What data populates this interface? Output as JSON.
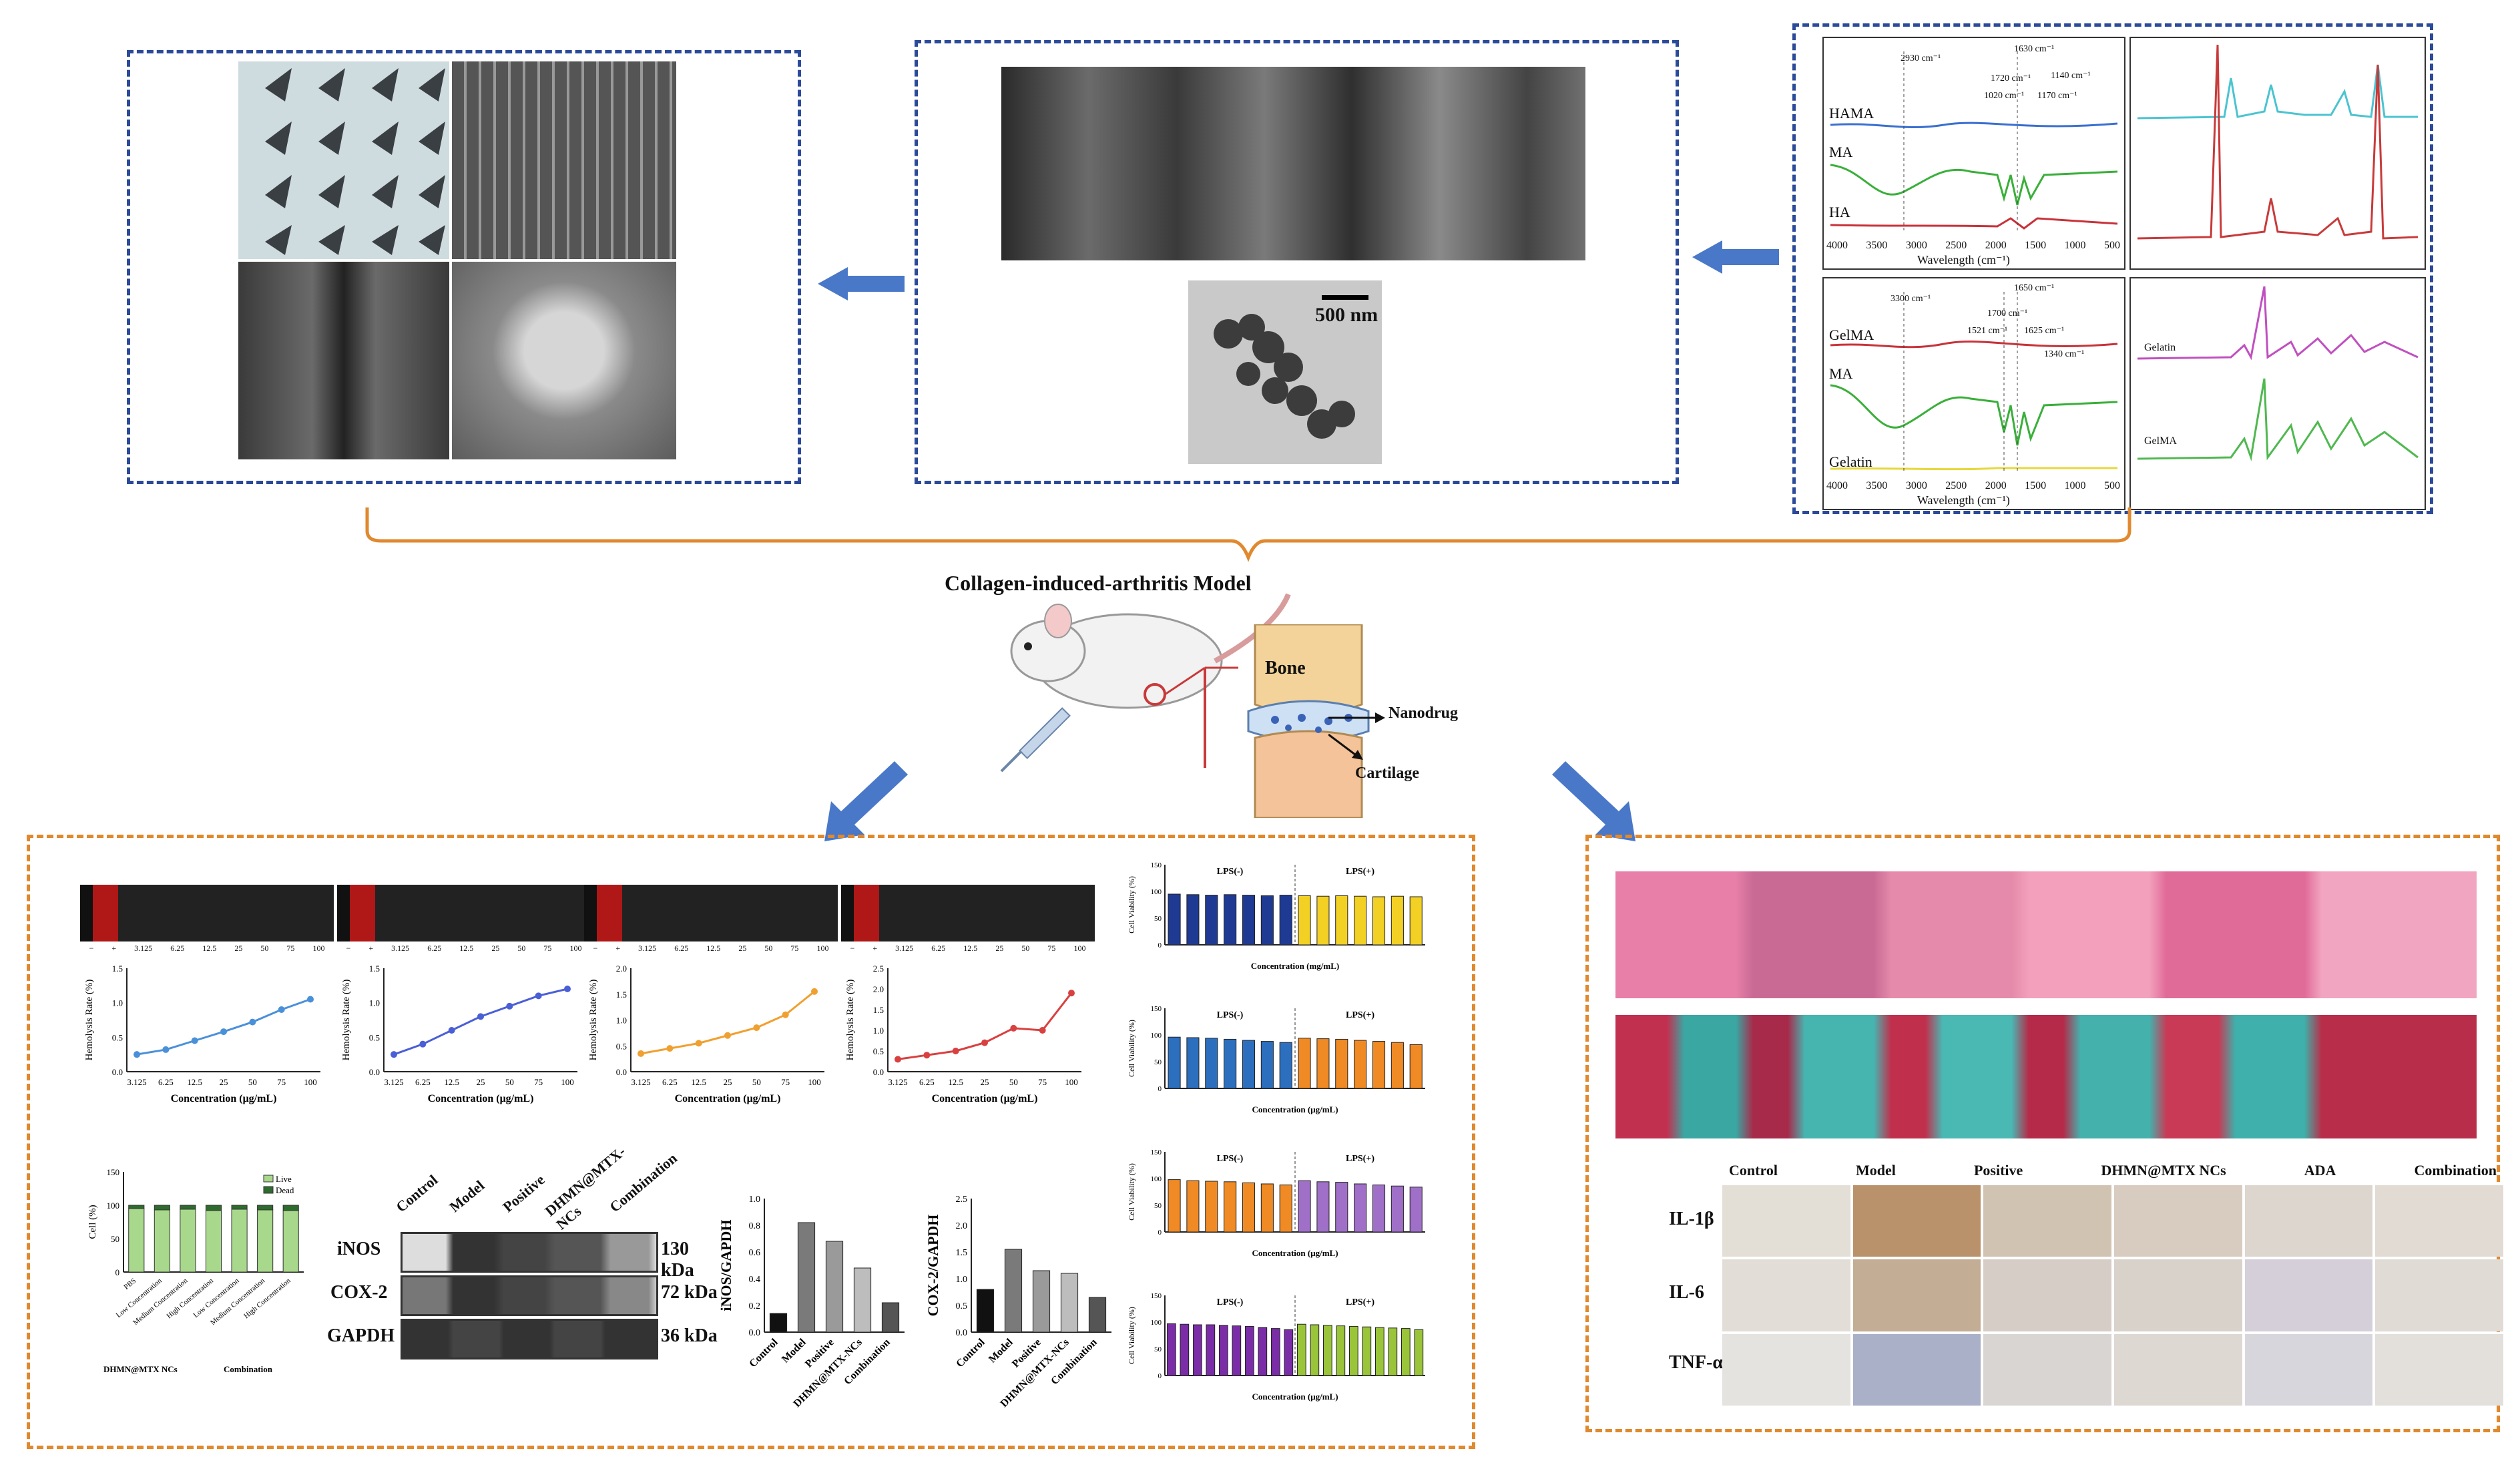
{
  "model": {
    "title": "Collagen-induced-arthritis Model",
    "labels": {
      "bone": "Bone",
      "nanodrug": "Nanodrug",
      "cartilage": "Cartilage"
    }
  },
  "sem_panel": {
    "scale_bar": "500 nm"
  },
  "spectra_panel": {
    "ftir_top": {
      "curves": [
        "HAMA",
        "MA",
        "HA"
      ],
      "xlabel": "Wavelength  (cm⁻¹)",
      "ticks": [
        "4000",
        "3500",
        "3000",
        "2500",
        "2000",
        "1500",
        "1000",
        "500"
      ],
      "annotations": [
        "2930 cm⁻¹",
        "1630 cm⁻¹",
        "1720 cm⁻¹",
        "1020 cm⁻¹",
        "1140 cm⁻¹",
        "1170 cm⁻¹"
      ]
    },
    "ftir_bottom": {
      "curves": [
        "GelMA",
        "MA",
        "Gelatin"
      ],
      "xlabel": "Wavelength  (cm⁻¹)",
      "ticks": [
        "4000",
        "3500",
        "3000",
        "2500",
        "2000",
        "1500",
        "1000",
        "500"
      ],
      "annotations": [
        "3300 cm⁻¹",
        "1650 cm⁻¹",
        "1700 cm⁻¹",
        "1521 cm⁻¹",
        "1625 cm⁻¹",
        "1340 cm⁻¹"
      ]
    },
    "nmr_bottom": {
      "labels": [
        "Gelatin",
        "GelMA"
      ]
    }
  },
  "hemolysis": {
    "ylabel": "Hemolysis Rate (%)",
    "xlabel": "Concentration (μg/mL)",
    "tube_labels": [
      "−",
      "+",
      "3.125",
      "6.25",
      "12.5",
      "25",
      "50",
      "75",
      "100"
    ],
    "chart_data": [
      {
        "type": "line",
        "color": "#4a90d9",
        "x": [
          "3.125",
          "6.25",
          "12.5",
          "25",
          "50",
          "75",
          "100"
        ],
        "values": [
          0.25,
          0.32,
          0.45,
          0.58,
          0.72,
          0.9,
          1.05
        ],
        "ylim": [
          0,
          1.5
        ],
        "yticks": [
          "0.0",
          "0.5",
          "1.0",
          "1.5"
        ]
      },
      {
        "type": "line",
        "color": "#4a5fd6",
        "x": [
          "3.125",
          "6.25",
          "12.5",
          "25",
          "50",
          "75",
          "100"
        ],
        "values": [
          0.25,
          0.4,
          0.6,
          0.8,
          0.95,
          1.1,
          1.2
        ],
        "ylim": [
          0,
          1.5
        ],
        "yticks": [
          "0.0",
          "0.5",
          "1.0",
          "1.5"
        ]
      },
      {
        "type": "line",
        "color": "#f0a030",
        "x": [
          "3.125",
          "6.25",
          "12.5",
          "25",
          "50",
          "75",
          "100"
        ],
        "values": [
          0.35,
          0.45,
          0.55,
          0.7,
          0.85,
          1.1,
          1.55
        ],
        "ylim": [
          0,
          2.0
        ],
        "yticks": [
          "0.0",
          "0.5",
          "1.0",
          "1.5",
          "2.0"
        ]
      },
      {
        "type": "line",
        "color": "#d94040",
        "x": [
          "3.125",
          "6.25",
          "12.5",
          "25",
          "50",
          "75",
          "100"
        ],
        "values": [
          0.3,
          0.4,
          0.5,
          0.7,
          1.05,
          1.0,
          1.9
        ],
        "ylim": [
          0,
          2.5
        ],
        "yticks": [
          "0.0",
          "0.5",
          "1.0",
          "1.5",
          "2.0",
          "2.5"
        ]
      }
    ]
  },
  "live_dead": {
    "ylabel": "Cell (%)",
    "legend": [
      "Live",
      "Dead"
    ],
    "yticks": [
      "0",
      "50",
      "100",
      "150"
    ],
    "categories": [
      "PBS",
      "Low Concentration",
      "Medium Concentration",
      "High Concentration",
      "Low Concentration",
      "Medium Concentration",
      "High Concentration"
    ],
    "group_labels": [
      "DHMN@MTX NCs",
      "Combination"
    ],
    "chart_data": {
      "type": "bar",
      "live": [
        95,
        93,
        94,
        92,
        94,
        93,
        92
      ],
      "dead": [
        5,
        7,
        6,
        8,
        6,
        7,
        8
      ],
      "ylim": [
        0,
        150
      ]
    }
  },
  "western": {
    "lanes": [
      "Control",
      "Model",
      "Positive",
      "DHMN@MTX-NCs",
      "Combination"
    ],
    "rows": [
      {
        "name": "iNOS",
        "kda": "130 kDa"
      },
      {
        "name": "COX-2",
        "kda": "72 kDa"
      },
      {
        "name": "GAPDH",
        "kda": "36 kDa"
      }
    ]
  },
  "inos_chart": {
    "ylabel": "iNOS/GAPDH",
    "categories": [
      "Control",
      "Model",
      "Positive",
      "DHMN@MTX-NCs",
      "Combination"
    ],
    "yticks": [
      "0.0",
      "0.2",
      "0.4",
      "0.6",
      "0.8",
      "1.0"
    ],
    "chart_data": {
      "type": "bar",
      "values": [
        0.14,
        0.82,
        0.68,
        0.48,
        0.22
      ],
      "ylim": [
        0,
        1.0
      ],
      "colors": [
        "#111111",
        "#7a7a7a",
        "#9a9a9a",
        "#bdbdbd",
        "#555555"
      ]
    }
  },
  "cox_chart": {
    "ylabel": "COX-2/GAPDH",
    "categories": [
      "Control",
      "Model",
      "Positive",
      "DHMN@MTX-NCs",
      "Combination"
    ],
    "yticks": [
      "0.0",
      "0.5",
      "1.0",
      "1.5",
      "2.0",
      "2.5"
    ],
    "chart_data": {
      "type": "bar",
      "values": [
        0.8,
        1.55,
        1.15,
        1.1,
        0.65
      ],
      "ylim": [
        0,
        2.5
      ],
      "colors": [
        "#111111",
        "#7a7a7a",
        "#9a9a9a",
        "#bdbdbd",
        "#555555"
      ]
    }
  },
  "viability": {
    "ylabel": "Cell Viability (%)",
    "xlabel_a": "Concentration (mg/mL)",
    "xlabel_b": "Concentration (μg/mL)",
    "yticks": [
      "0",
      "50",
      "100",
      "150"
    ],
    "rows": [
      {
        "left": "LPS(-)",
        "right": "LPS(+)",
        "colors": [
          "#1f3a93",
          "#f2d024"
        ],
        "left_vals": [
          95,
          94,
          93,
          94,
          93,
          92,
          93
        ],
        "right_vals": [
          92,
          91,
          92,
          91,
          90,
          91,
          90
        ]
      },
      {
        "left": "LPS(-)",
        "right": "LPS(+)",
        "colors": [
          "#2d6fbf",
          "#f08a24"
        ],
        "left_vals": [
          96,
          95,
          94,
          92,
          90,
          88,
          86
        ],
        "right_vals": [
          94,
          93,
          92,
          90,
          88,
          86,
          82
        ]
      },
      {
        "left": "LPS(-)",
        "right": "LPS(+)",
        "colors": [
          "#f08a24",
          "#a070c8"
        ],
        "left_vals": [
          98,
          96,
          95,
          94,
          92,
          90,
          88
        ],
        "right_vals": [
          96,
          94,
          93,
          90,
          88,
          86,
          84
        ]
      },
      {
        "left": "LPS(-)",
        "right": "LPS(+)",
        "colors": [
          "#7b2da8",
          "#9ac43a"
        ],
        "left_vals": [
          97,
          96,
          95,
          95,
          94,
          93,
          92,
          90,
          88,
          86
        ],
        "right_vals": [
          96,
          95,
          94,
          93,
          92,
          91,
          90,
          89,
          88,
          86
        ]
      }
    ],
    "chart_data": {
      "type": "bar",
      "ylim": [
        0,
        150
      ]
    }
  },
  "histology": {
    "groups": [
      "Control",
      "Model",
      "Positive",
      "DHMN@MTX NCs",
      "ADA",
      "Combination"
    ],
    "ihc_rows": [
      "IL-1β",
      "IL-6",
      "TNF-α"
    ]
  }
}
